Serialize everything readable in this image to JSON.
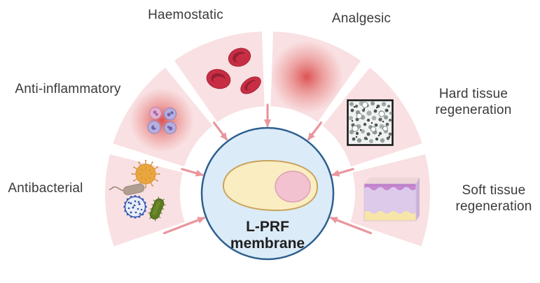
{
  "diagram": {
    "center_label": "L-PRF membrane",
    "segments": [
      {
        "label": "Haemostatic",
        "icon": "red-blood-cells-icon"
      },
      {
        "label": "Analgesic",
        "icon": "pain-glow-icon"
      },
      {
        "label": "Anti-inflammatory",
        "icon": "leukocyte-cells-icon"
      },
      {
        "label": "Hard tissue regeneration",
        "icon": "porous-bone-scaffold-icon"
      },
      {
        "label": "Antibacterial",
        "icon": "microbes-icon"
      },
      {
        "label": "Soft tissue regeneration",
        "icon": "skin-layers-icon"
      }
    ],
    "arrow_count": 7,
    "colors": {
      "wedge_pink": "#f9e0e2",
      "glow_red": "#dc4a49",
      "arrow_pink": "#e9969d",
      "circle_fill": "#dcebf8",
      "circle_border": "#2c5f8e",
      "cell_body": "#faedc2",
      "cell_border": "#c9a35b",
      "nucleus": "#f2c2d0",
      "label_text": "#3a3a3a"
    }
  }
}
